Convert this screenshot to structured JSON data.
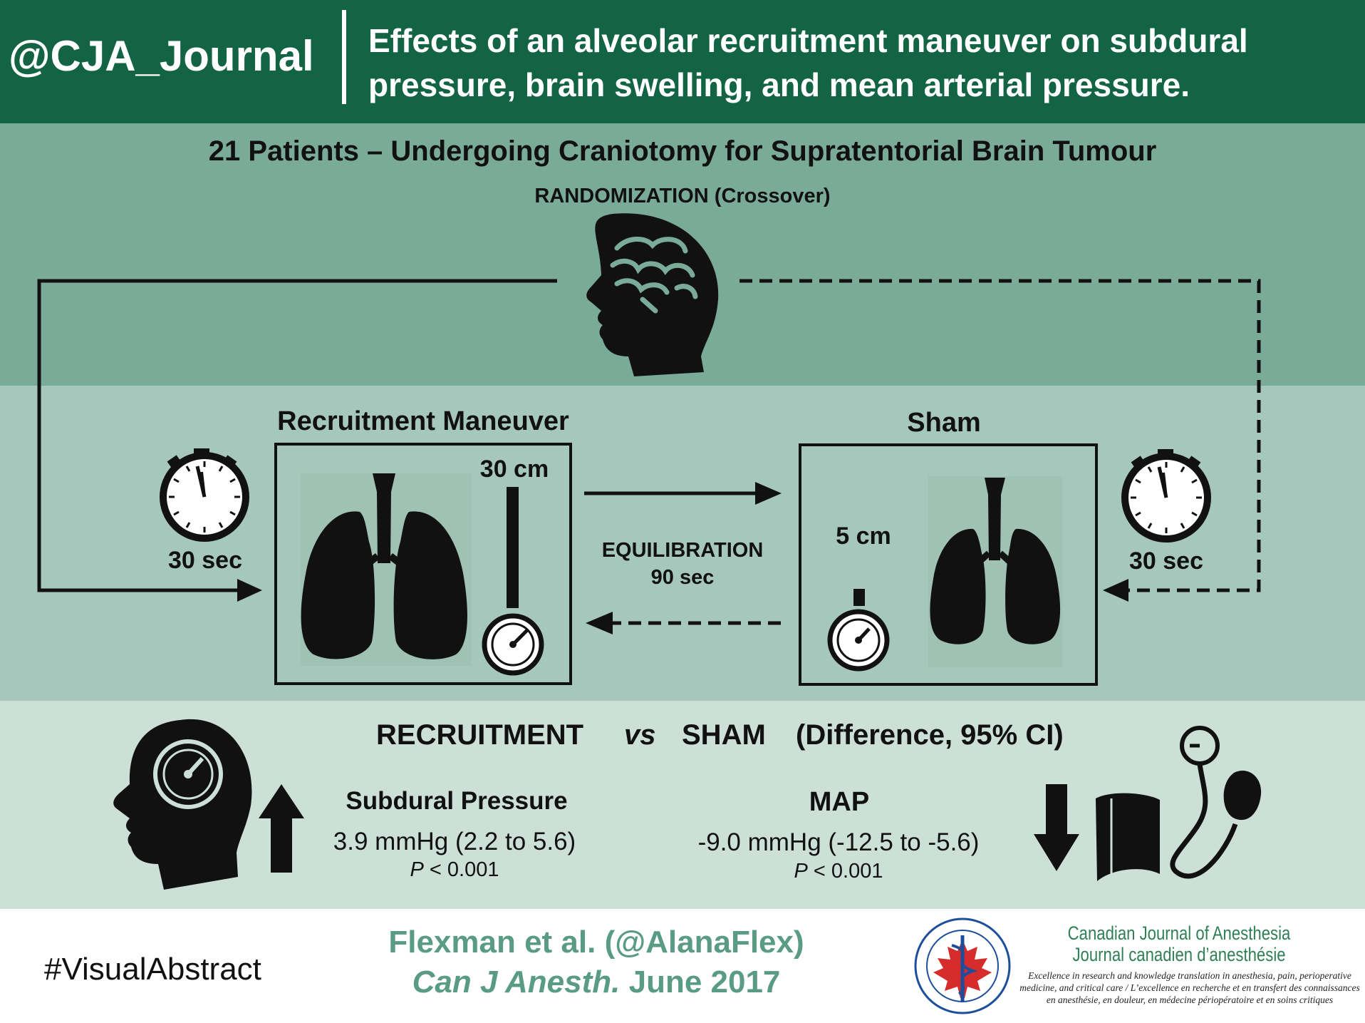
{
  "header": {
    "handle": "@CJA_Journal",
    "title": "Effects of an alveolar recruitment maneuver on subdural pressure, brain swelling, and mean arterial pressure."
  },
  "study": {
    "population": "21 Patients – Undergoing Craniotomy for Supratentorial Brain Tumour",
    "randomization": "RANDOMIZATION (Crossover)"
  },
  "arms": {
    "recruitment": {
      "title": "Recruitment Maneuver",
      "pressure": "30 cm",
      "timer": "30 sec"
    },
    "sham": {
      "title": "Sham",
      "pressure": "5 cm",
      "timer": "30 sec"
    },
    "equilibration": {
      "line1": "EQUILIBRATION",
      "line2": "90 sec"
    }
  },
  "results": {
    "heading_left": "RECRUITMENT",
    "heading_vs": "vs",
    "heading_right": "SHAM",
    "heading_ci": "(Difference, 95% CI)",
    "subdural": {
      "label": "Subdural Pressure",
      "value": "3.9 mmHg (2.2 to 5.6)",
      "p_symbol": "P",
      "p_rest": " < 0.001",
      "direction": "up"
    },
    "map": {
      "label": "MAP",
      "value": "-9.0 mmHg (-12.5 to -5.6)",
      "p_symbol": "P",
      "p_rest": " < 0.001",
      "direction": "down"
    }
  },
  "footer": {
    "hashtag": "#VisualAbstract",
    "citation_line1": "Flexman et al. (@AlanaFlex)",
    "citation_journal": "Can J Anesth.",
    "citation_date": " June 2017",
    "journal_name_en": "Canadian Journal of Anesthesia",
    "journal_name_fr": "Journal canadien d’anesthésie",
    "tagline": "Excellence in research and knowledge translation in anesthesia, pain, perioperative medicine, and critical care / L’excellence en recherche et en transfert des connaissances en anesthésie, en douleur, en médecine périopératoire et en soins critiques"
  },
  "colors": {
    "header_bg": "#136345",
    "band_top": "#7aab99",
    "band_mid": "#a6c8bc",
    "band_results": "#cce0d8",
    "citation_green": "#5a9c83",
    "journal_green": "#2f7f55",
    "leaf_red": "#d62c2c",
    "logo_blue": "#1d4e9c"
  }
}
